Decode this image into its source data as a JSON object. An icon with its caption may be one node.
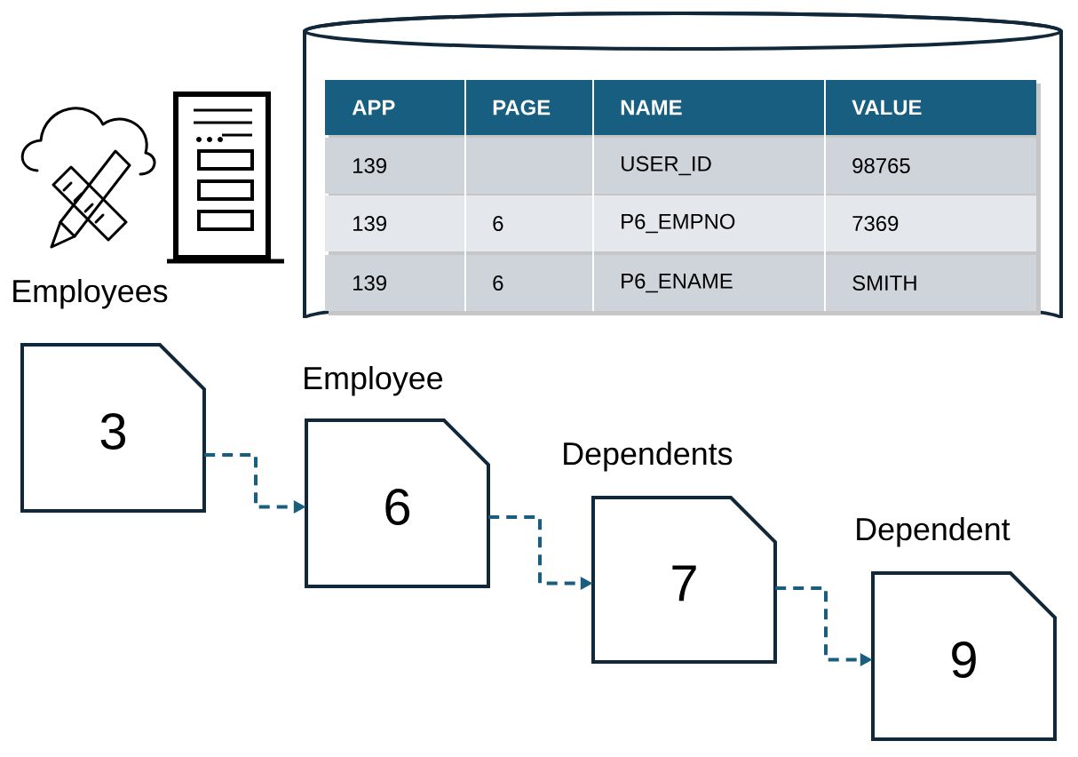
{
  "diagram": {
    "nodes": [
      {
        "text": [
          "Employees",
          "3"
        ]
      },
      {
        "text": [
          "Employee",
          "6"
        ]
      },
      {
        "text": [
          "Dependents",
          "7"
        ]
      },
      {
        "text": [
          "Dependent",
          "9"
        ]
      }
    ],
    "edges": [
      {
        "from": 0,
        "to": 1,
        "arrow": "to",
        "style": "dashed"
      },
      {
        "from": 1,
        "to": 2,
        "arrow": "to",
        "style": "dashed"
      },
      {
        "from": 2,
        "to": 3,
        "arrow": "to",
        "style": "dashed"
      }
    ],
    "labels": [
      "APP",
      "PAGE",
      "NAME",
      "VALUE",
      "139",
      "USER_ID",
      "98765",
      "139",
      "6",
      "P6_EMPNO",
      "7369",
      "139",
      "6",
      "P6_ENAME",
      "SMITH"
    ]
  }
}
